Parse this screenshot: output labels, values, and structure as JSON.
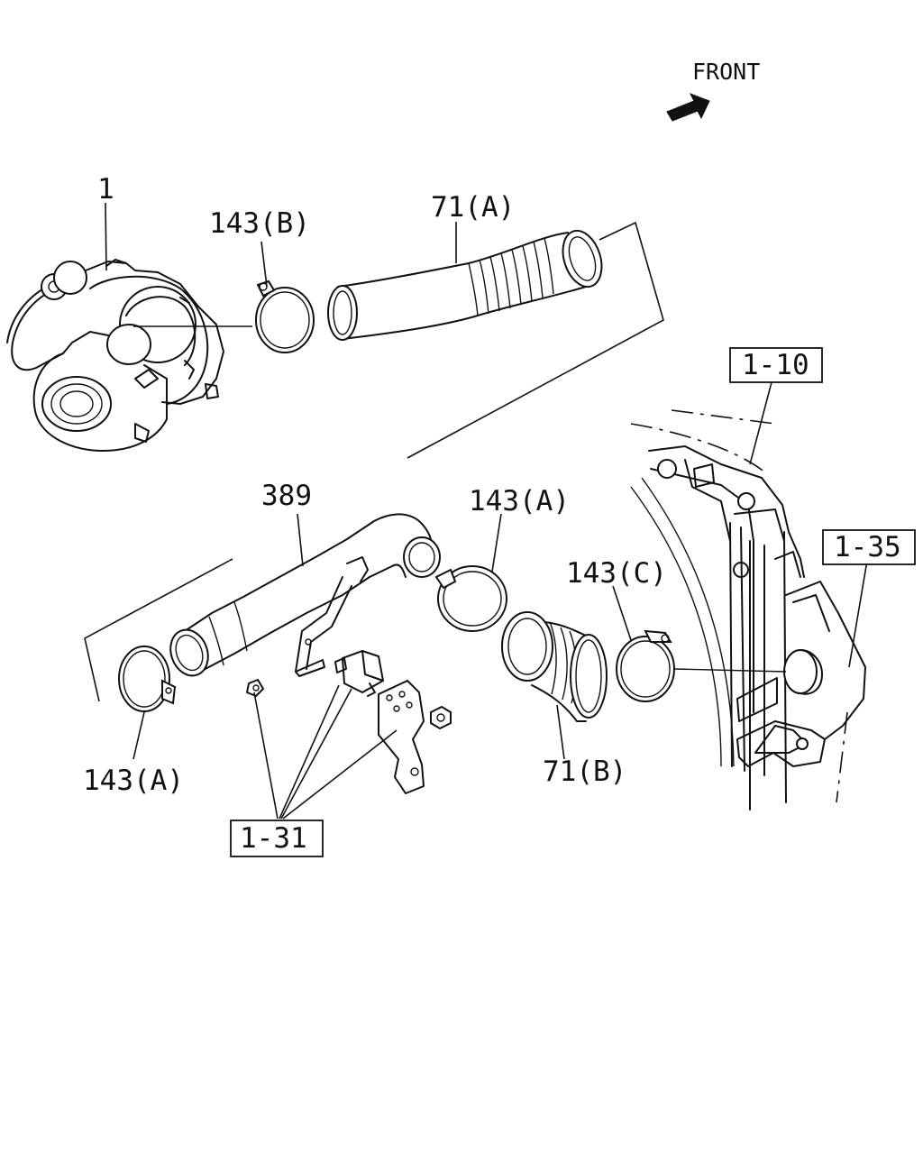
{
  "direction": {
    "label": "FRONT"
  },
  "callouts": {
    "turbocharger": "1",
    "clamp_b": "143(B)",
    "hose_a": "71(A)",
    "ref_radiator": "1-10",
    "pipe": "389",
    "clamp_a_upper": "143(A)",
    "clamp_c": "143(C)",
    "ref_intercooler": "1-35",
    "clamp_a_lower": "143(A)",
    "hose_b": "71(B)",
    "ref_bracket": "1-31"
  }
}
